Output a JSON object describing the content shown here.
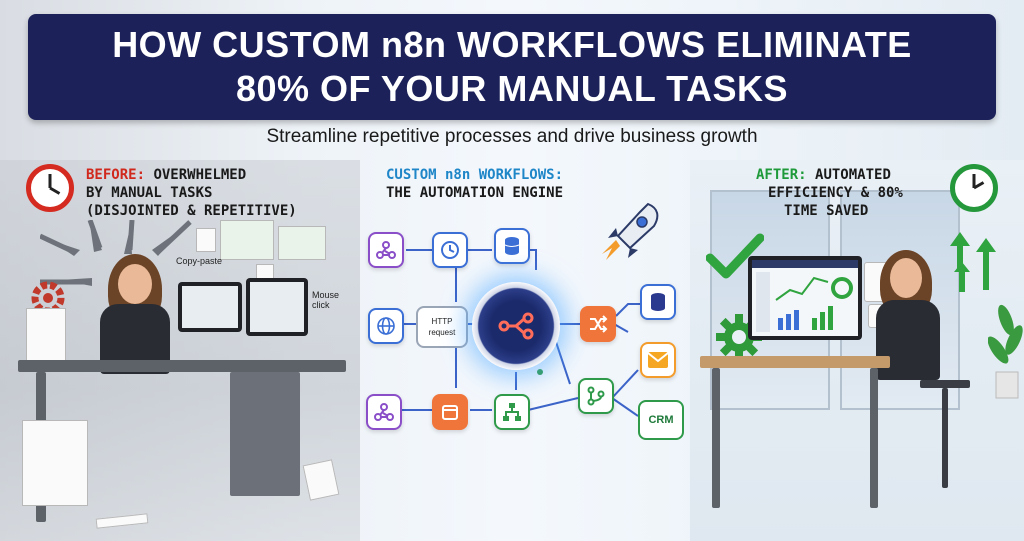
{
  "title": {
    "line1": "HOW CUSTOM n8n WORKFLOWS ELIMINATE",
    "line2": "80% OF YOUR MANUAL TASKS"
  },
  "subtitle": "Streamline repetitive processes and drive business growth",
  "before": {
    "prefix": "BEFORE:",
    "line1_rest": "OVERWHELMED",
    "line2": "BY MANUAL TASKS",
    "line3": "(DISJOINTED & REPETITIVE)",
    "copy_paste_label": "Copy-paste",
    "mouse_click_label": "Mouse click"
  },
  "center": {
    "line1": "CUSTOM n8n WORKFLOWS:",
    "line2": "THE AUTOMATION ENGINE",
    "http_node_label": "HTTP request",
    "crm_node_label": "CRM"
  },
  "after": {
    "prefix": "AFTER:",
    "line1_rest": "AUTOMATED",
    "line2": "EFFICIENCY & 80%",
    "line3": "TIME SAVED"
  },
  "colors": {
    "banner": "#1c2259",
    "before_red": "#d1281d",
    "center_blue": "#1f86c8",
    "after_green": "#1f9a3a"
  }
}
